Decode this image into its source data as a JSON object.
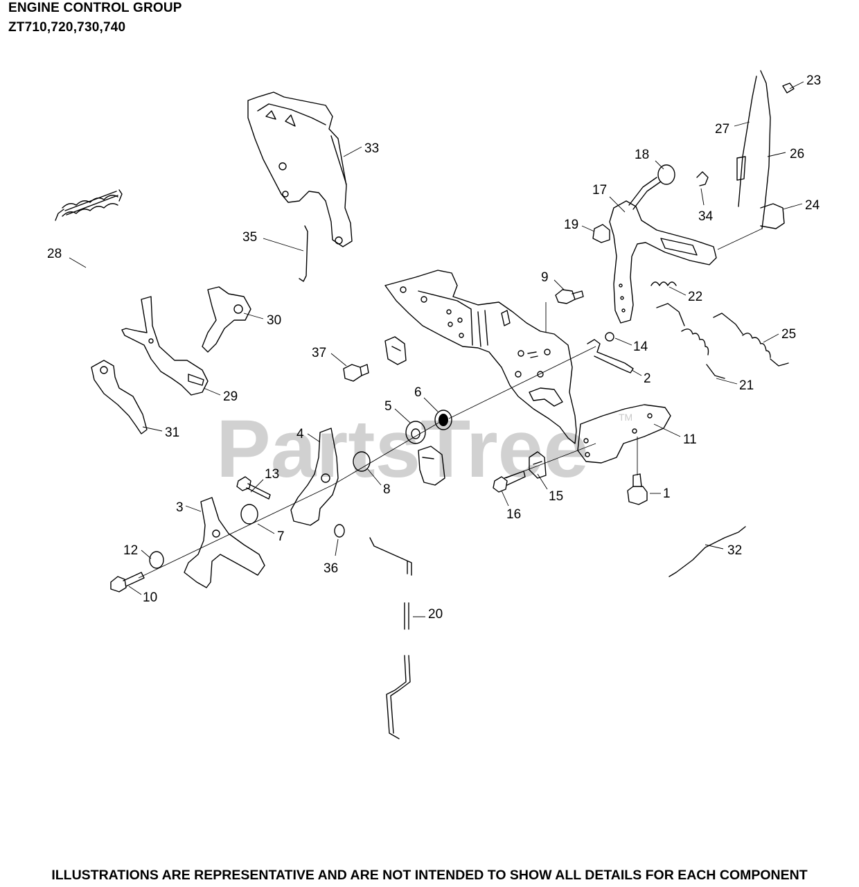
{
  "header": {
    "title": "ENGINE CONTROL GROUP",
    "subtitle": "ZT710,720,730,740"
  },
  "watermark": {
    "text": "PartsTree",
    "tm": "TM"
  },
  "footer": {
    "text": "ILLUSTRATIONS ARE REPRESENTATIVE AND ARE NOT INTENDED TO SHOW ALL DETAILS FOR EACH COMPONENT"
  },
  "callouts": {
    "c1": "1",
    "c2": "2",
    "c3": "3",
    "c4": "4",
    "c5": "5",
    "c6": "6",
    "c7": "7",
    "c8": "8",
    "c9": "9",
    "c10": "10",
    "c11": "11",
    "c12": "12",
    "c13": "13",
    "c14": "14",
    "c15": "15",
    "c16": "16",
    "c17": "17",
    "c18": "18",
    "c19": "19",
    "c20": "20",
    "c21": "21",
    "c22": "22",
    "c23": "23",
    "c24": "24",
    "c25": "25",
    "c26": "26",
    "c27": "27",
    "c28": "28",
    "c29": "29",
    "c30": "30",
    "c31": "31",
    "c32": "32",
    "c33": "33",
    "c34": "34",
    "c35": "35",
    "c36": "36",
    "c37": "37"
  },
  "colors": {
    "ink": "#000000",
    "background": "#ffffff",
    "watermark": "#c9c9c9"
  }
}
